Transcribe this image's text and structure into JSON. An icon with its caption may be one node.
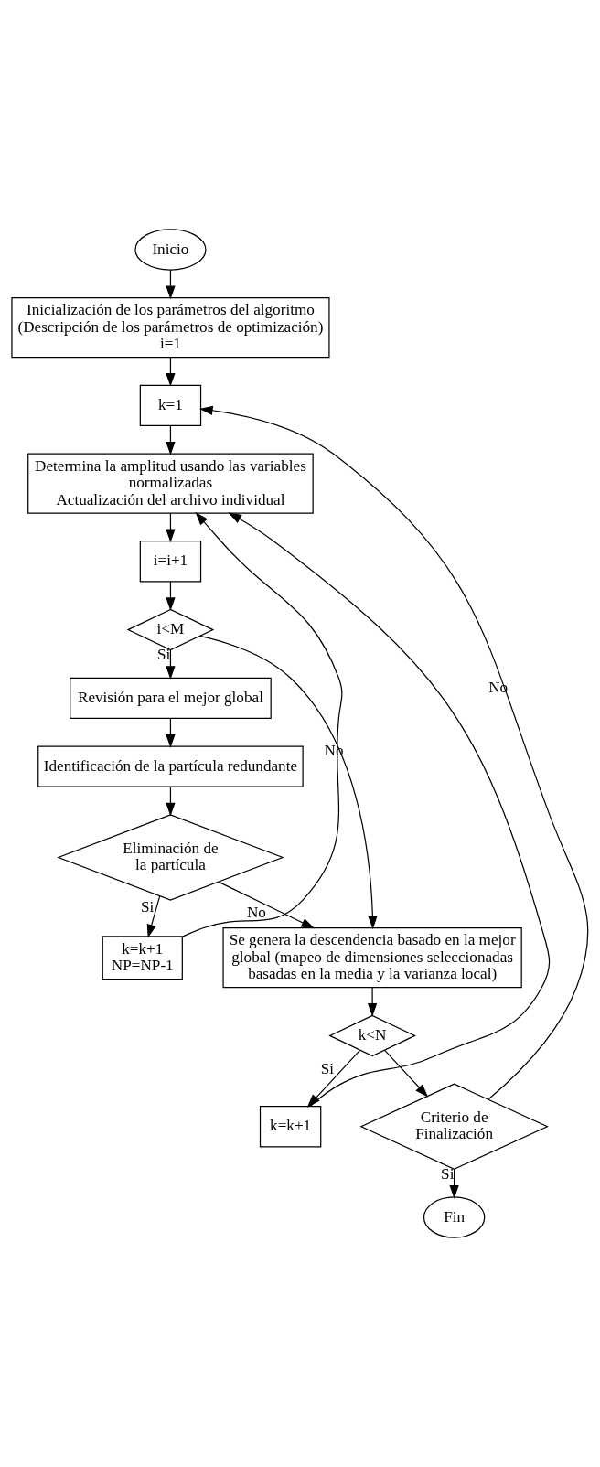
{
  "diagram": {
    "nodes": [
      {
        "text": [
          "Inicio"
        ]
      },
      {
        "text": [
          "Inicialización de los parámetros del algoritmo",
          "(Descripción de los parámetros de optimización)",
          "i=1"
        ]
      },
      {
        "text": [
          "k=1"
        ]
      },
      {
        "text": [
          "Determina la amplitud usando las variables normalizadas",
          "Actualización del archivo individual"
        ]
      },
      {
        "text": [
          "i=i+1"
        ]
      },
      {
        "text": [
          "i<M"
        ]
      },
      {
        "text": [
          "Revisión para el mejor global"
        ]
      },
      {
        "text": [
          "Identificación de la partícula redundante"
        ]
      },
      {
        "text": [
          "Eliminación de la partícula"
        ]
      },
      {
        "text": [
          "k=k+1",
          "NP=NP-1"
        ]
      },
      {
        "text": [
          "Se genera la descendencia basado en la mejor global (mapeo de dimensiones seleccionadas basadas en la media y la varianza local)"
        ]
      },
      {
        "text": [
          "k<N"
        ]
      },
      {
        "text": [
          "k=k+1"
        ]
      },
      {
        "text": [
          "Criterio de Finalización"
        ]
      },
      {
        "text": [
          "Fin"
        ]
      }
    ],
    "edges": [
      {
        "from": 0,
        "to": 1,
        "arrow": "to"
      },
      {
        "from": 1,
        "to": 2,
        "arrow": "to"
      },
      {
        "from": 2,
        "to": 3,
        "arrow": "to"
      },
      {
        "from": 3,
        "to": 4,
        "arrow": "to"
      },
      {
        "from": 4,
        "to": 5,
        "arrow": "to"
      },
      {
        "from": 5,
        "to": 6,
        "label": "Si",
        "arrow": "to"
      },
      {
        "from": 5,
        "to": 10,
        "label": "No",
        "arrow": "to"
      },
      {
        "from": 6,
        "to": 7,
        "arrow": "to"
      },
      {
        "from": 7,
        "to": 8,
        "arrow": "to"
      },
      {
        "from": 8,
        "to": 9,
        "label": "Si",
        "arrow": "to"
      },
      {
        "from": 9,
        "to": 3,
        "arrow": "to"
      },
      {
        "from": 8,
        "to": 10,
        "label": "No",
        "arrow": "to"
      },
      {
        "from": 10,
        "to": 11,
        "arrow": "to"
      },
      {
        "from": 11,
        "to": 12,
        "label": "Si",
        "arrow": "to"
      },
      {
        "from": 12,
        "to": 3,
        "arrow": "to"
      },
      {
        "from": 11,
        "to": 13,
        "arrow": "to"
      },
      {
        "from": 13,
        "to": 14,
        "label": "Si",
        "arrow": "to"
      },
      {
        "from": 13,
        "to": 2,
        "label": "No",
        "arrow": "to"
      }
    ]
  }
}
